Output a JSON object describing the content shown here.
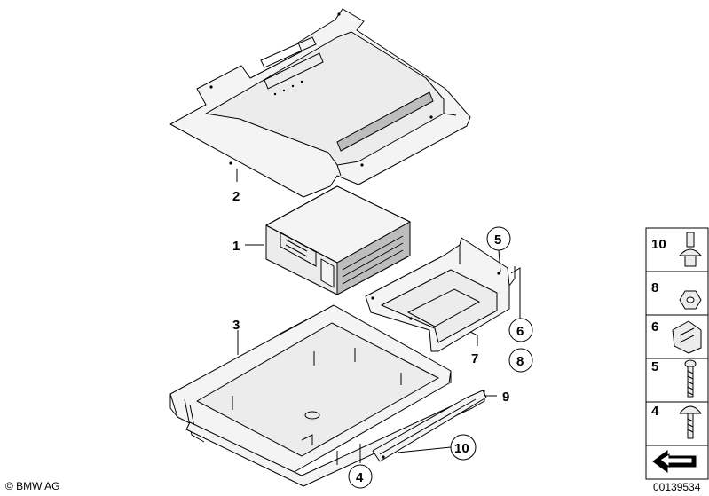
{
  "callouts": {
    "c1": "1",
    "c2": "2",
    "c3": "3",
    "c4": "4",
    "c5": "5",
    "c6": "6",
    "c7": "7",
    "c8": "8",
    "c9": "9",
    "c10": "10"
  },
  "legend": {
    "items": [
      {
        "number": "10",
        "icon": "expanding-rivet-icon"
      },
      {
        "number": "8",
        "icon": "hex-nut-icon"
      },
      {
        "number": "6",
        "icon": "clip-nut-icon"
      },
      {
        "number": "5",
        "icon": "screw-icon"
      },
      {
        "number": "4",
        "icon": "pan-head-screw-icon"
      }
    ],
    "direction_icon": "front-direction-arrow-icon"
  },
  "footer": {
    "copyright": "© BMW AG",
    "diagram_number": "00139534"
  }
}
